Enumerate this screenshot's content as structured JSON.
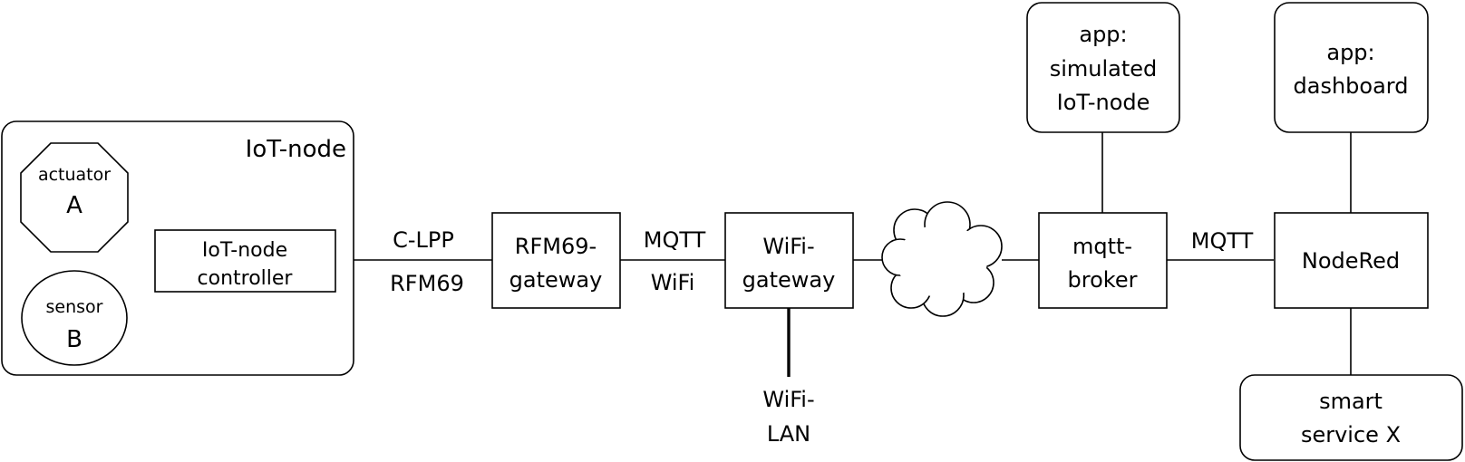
{
  "iot_node": {
    "title": "IoT-node",
    "actuator": {
      "label": "actuator",
      "letter": "A"
    },
    "sensor": {
      "label": "sensor",
      "letter": "B"
    },
    "controller": {
      "line1": "IoT-node",
      "line2": "controller"
    }
  },
  "link_node_gateway": {
    "protocol": "C-LPP",
    "medium": "RFM69"
  },
  "rfm69_gateway": {
    "line1": "RFM69-",
    "line2": "gateway"
  },
  "link_gateways": {
    "protocol": "MQTT",
    "medium": "WiFi"
  },
  "wifi_gateway": {
    "line1": "WiFi-",
    "line2": "gateway"
  },
  "wifi_lan": {
    "line1": "WiFi-",
    "line2": "LAN"
  },
  "mqtt_broker": {
    "line1": "mqtt-",
    "line2": "broker"
  },
  "link_broker_nodered": {
    "protocol": "MQTT"
  },
  "app_simulated": {
    "line1": "app:",
    "line2": "simulated",
    "line3": "IoT-node"
  },
  "app_dashboard": {
    "line1": "app:",
    "line2": "dashboard"
  },
  "nodered": {
    "label": "NodeRed"
  },
  "smart_service": {
    "line1": "smart",
    "line2": "service X"
  }
}
